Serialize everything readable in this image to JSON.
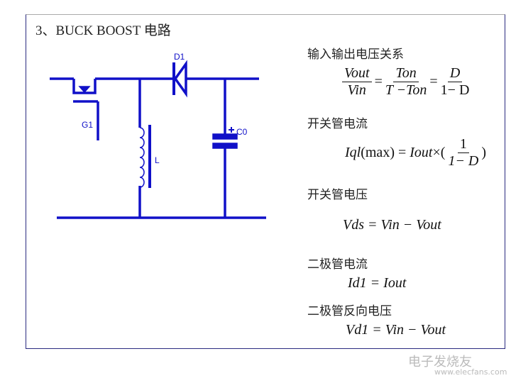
{
  "title": "3、BUCK BOOST 电路",
  "circuit": {
    "switch": "G1",
    "diode": "D1",
    "inductor": "L",
    "capacitor": "C0",
    "color": "#1010c8"
  },
  "sections": [
    {
      "label": "输入输出电压关系"
    },
    {
      "label": "开关管电流"
    },
    {
      "label": "开关管电压"
    },
    {
      "label": "二极管电流"
    },
    {
      "label": "二极管反向电压"
    }
  ],
  "equations": {
    "e1": {
      "a_num": "Vout",
      "a_den": "Vin",
      "eq1": "=",
      "b_num": "Ton",
      "b_den": "T −Ton",
      "eq2": "=",
      "c_num": "D",
      "c_den": "1− D"
    },
    "e2": {
      "lhs": "Iql",
      "mid": "(max) =",
      "iout": "Iout",
      "times": "×(",
      "f_num": "1",
      "f_den": "1− D",
      "close": ")"
    },
    "e3": "Vds = Vin − Vout",
    "e4": "Id1 = Iout",
    "e5": "Vd1 = Vin − Vout"
  },
  "watermark": {
    "name": "电子发烧友",
    "url": "www.elecfans.com"
  }
}
